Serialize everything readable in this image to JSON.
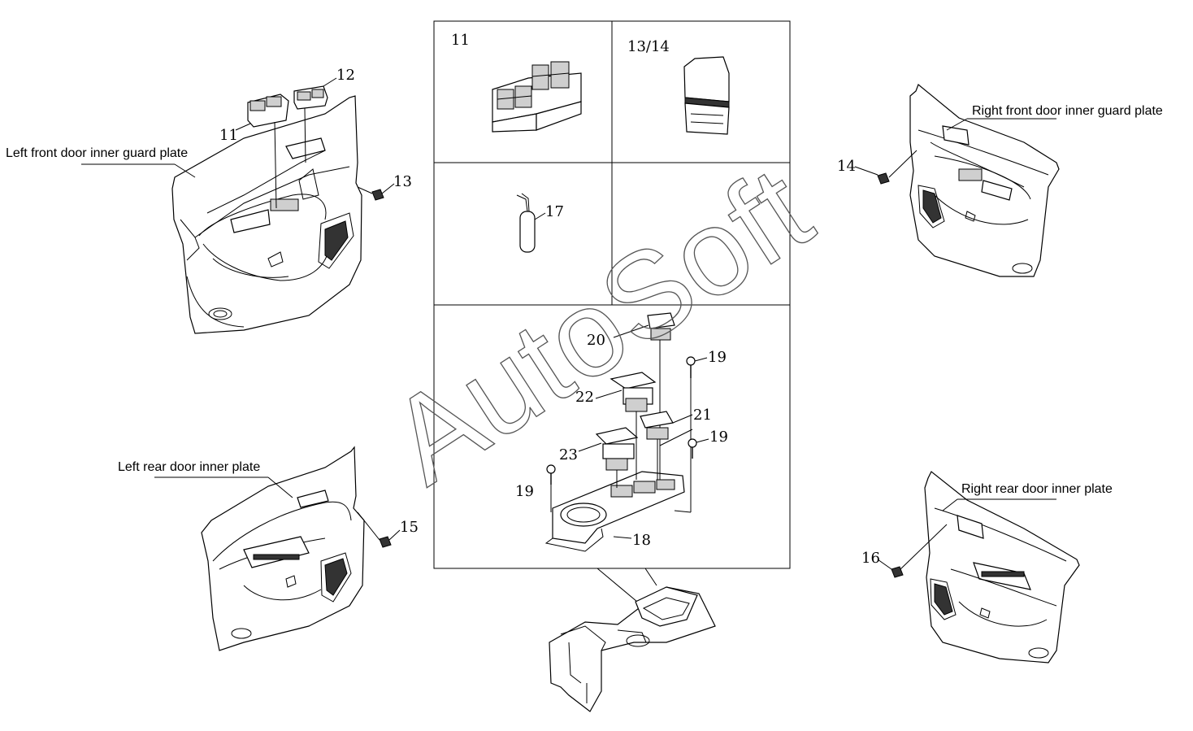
{
  "captions": {
    "left_front": "Left front door inner guard plate",
    "right_front": "Right front door inner guard plate",
    "left_rear": "Left rear door inner plate",
    "right_rear": "Right rear door inner plate"
  },
  "callouts": {
    "c11a": "11",
    "c12": "12",
    "c13": "13",
    "c14": "14",
    "c15": "15",
    "c16": "16",
    "c17": "17",
    "c18": "18",
    "c19a": "19",
    "c19b": "19",
    "c19c": "19",
    "c20": "20",
    "c21": "21",
    "c22": "22",
    "c23": "23"
  },
  "panels": {
    "top_left": "11",
    "top_right": "13/14"
  },
  "watermark": "AutoSoft"
}
